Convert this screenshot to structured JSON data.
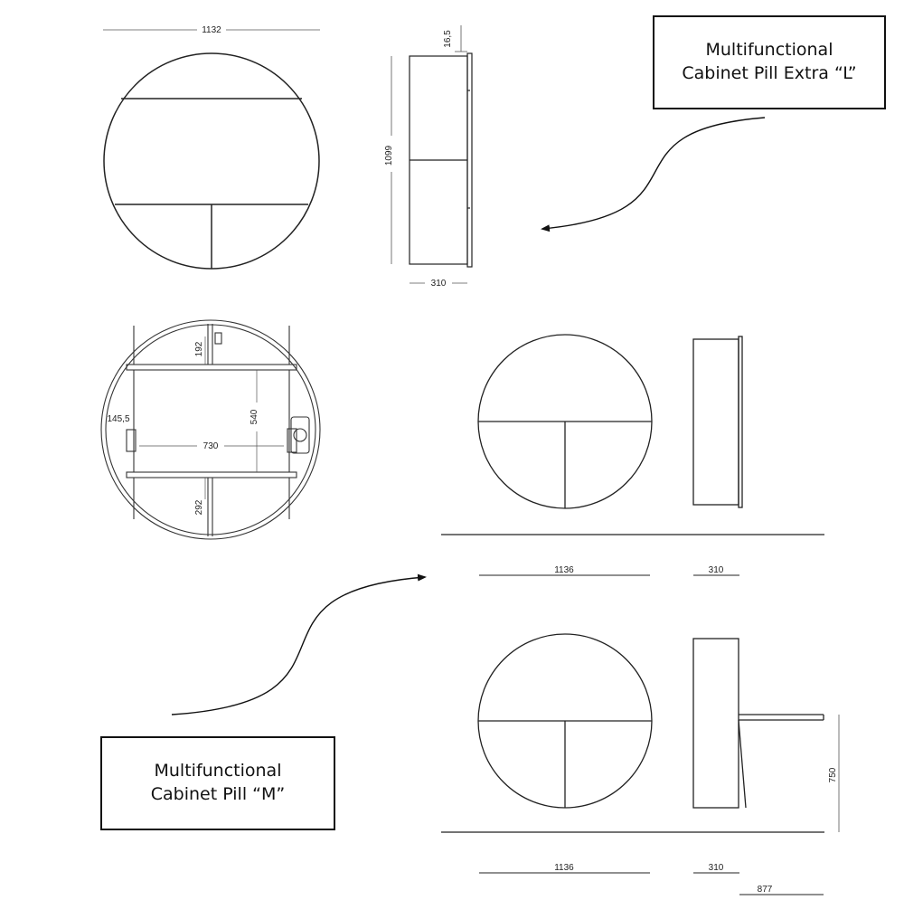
{
  "labels": {
    "extra_l": {
      "line1": "Multifunctional",
      "line2": "Cabinet Pill Extra “L”"
    },
    "m": {
      "line1": "Multifunctional",
      "line2": "Cabinet Pill “M”"
    }
  },
  "dimensions": {
    "l_width": "1132",
    "l_top_offset": "16,5",
    "l_height": "1099",
    "l_depth": "310",
    "int_192": "192",
    "int_145": "145,5",
    "int_540": "540",
    "int_730": "730",
    "int_292": "292",
    "m_width_1": "1136",
    "m_depth_1": "310",
    "m_width_2": "1136",
    "m_depth_2": "310",
    "m_desk_height": "750",
    "m_open_depth": "877"
  }
}
